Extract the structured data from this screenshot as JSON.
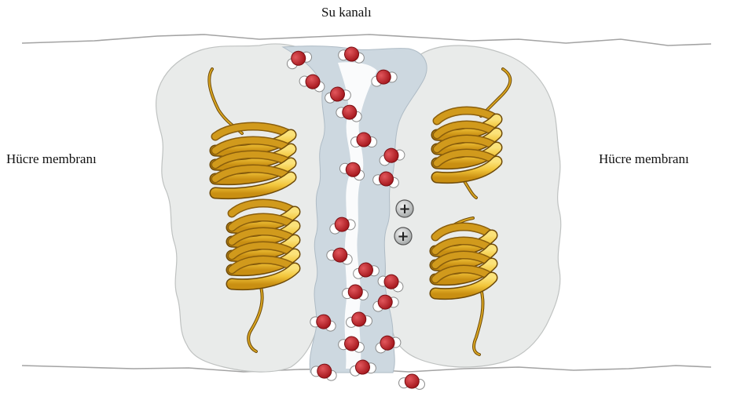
{
  "labels": {
    "channel": "Su kanalı",
    "membrane_left": "Hücre membranı",
    "membrane_right": "Hücre membranı"
  },
  "charges": [
    "+",
    "+"
  ],
  "colors": {
    "helix_light": "#f6d24a",
    "helix_dark": "#c98f12",
    "helix_edge": "#6e4a08",
    "protein_fill": "#e9ebea",
    "protein_edge": "#b9bcbb",
    "channel_fill": "#c9d6df",
    "membrane_line": "#9c9c9c",
    "oxygen": "#c1272d",
    "hydrogen": "#ffffff"
  }
}
